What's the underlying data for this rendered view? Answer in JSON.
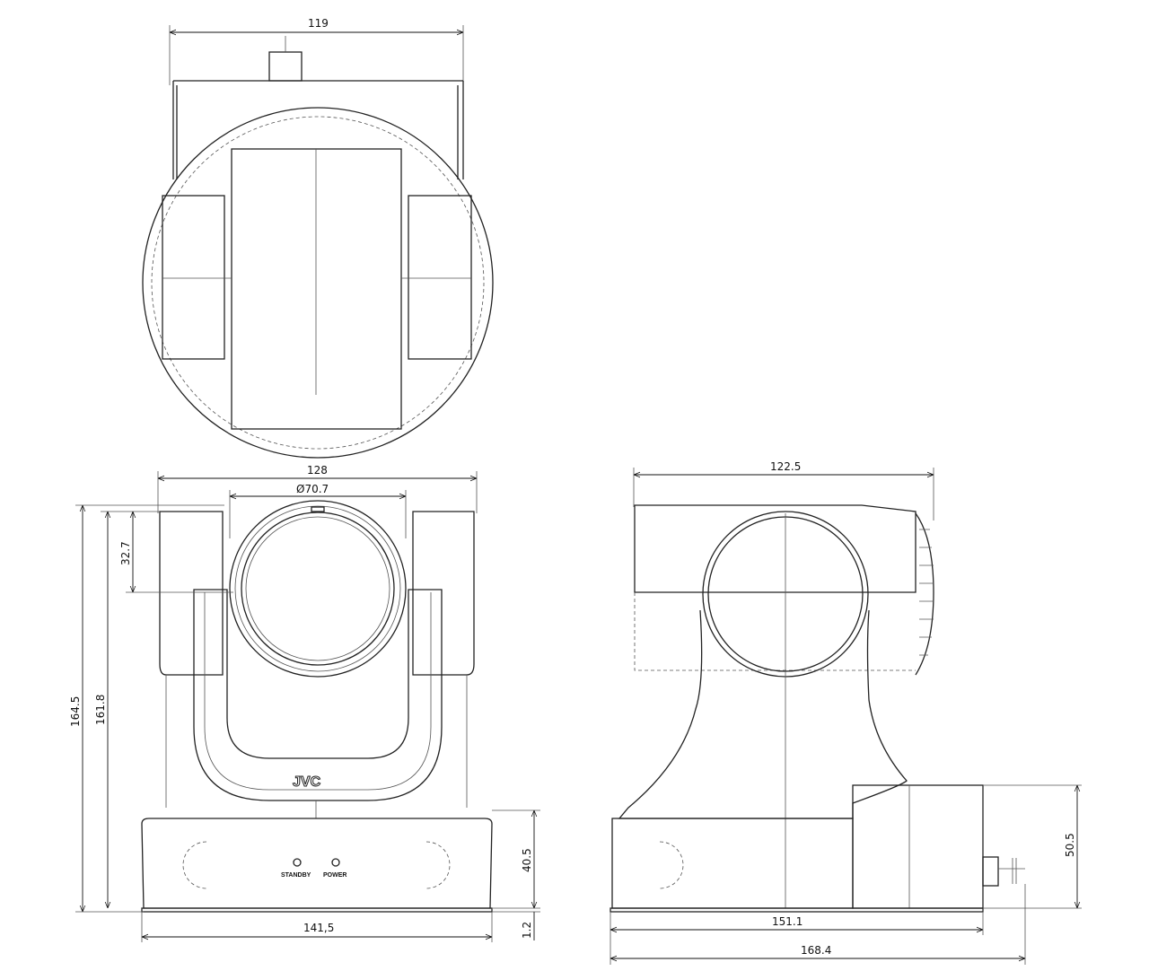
{
  "views": {
    "top": {
      "dims": {
        "width": "119"
      }
    },
    "front": {
      "dims": {
        "width": "128",
        "lens_diameter": "Ø70.7",
        "axis_height": "32.7",
        "total_height": "164.5",
        "body_height": "161.8",
        "base_height": "40.5",
        "plate_thickness": "1.2",
        "base_width": "141,5"
      },
      "logo": "JVC",
      "indicators": [
        "STANDBY",
        "POWER"
      ]
    },
    "side": {
      "dims": {
        "head_length": "122.5",
        "box_height": "50.5",
        "base_depth": "151.1",
        "total_depth": "168.4"
      }
    }
  }
}
